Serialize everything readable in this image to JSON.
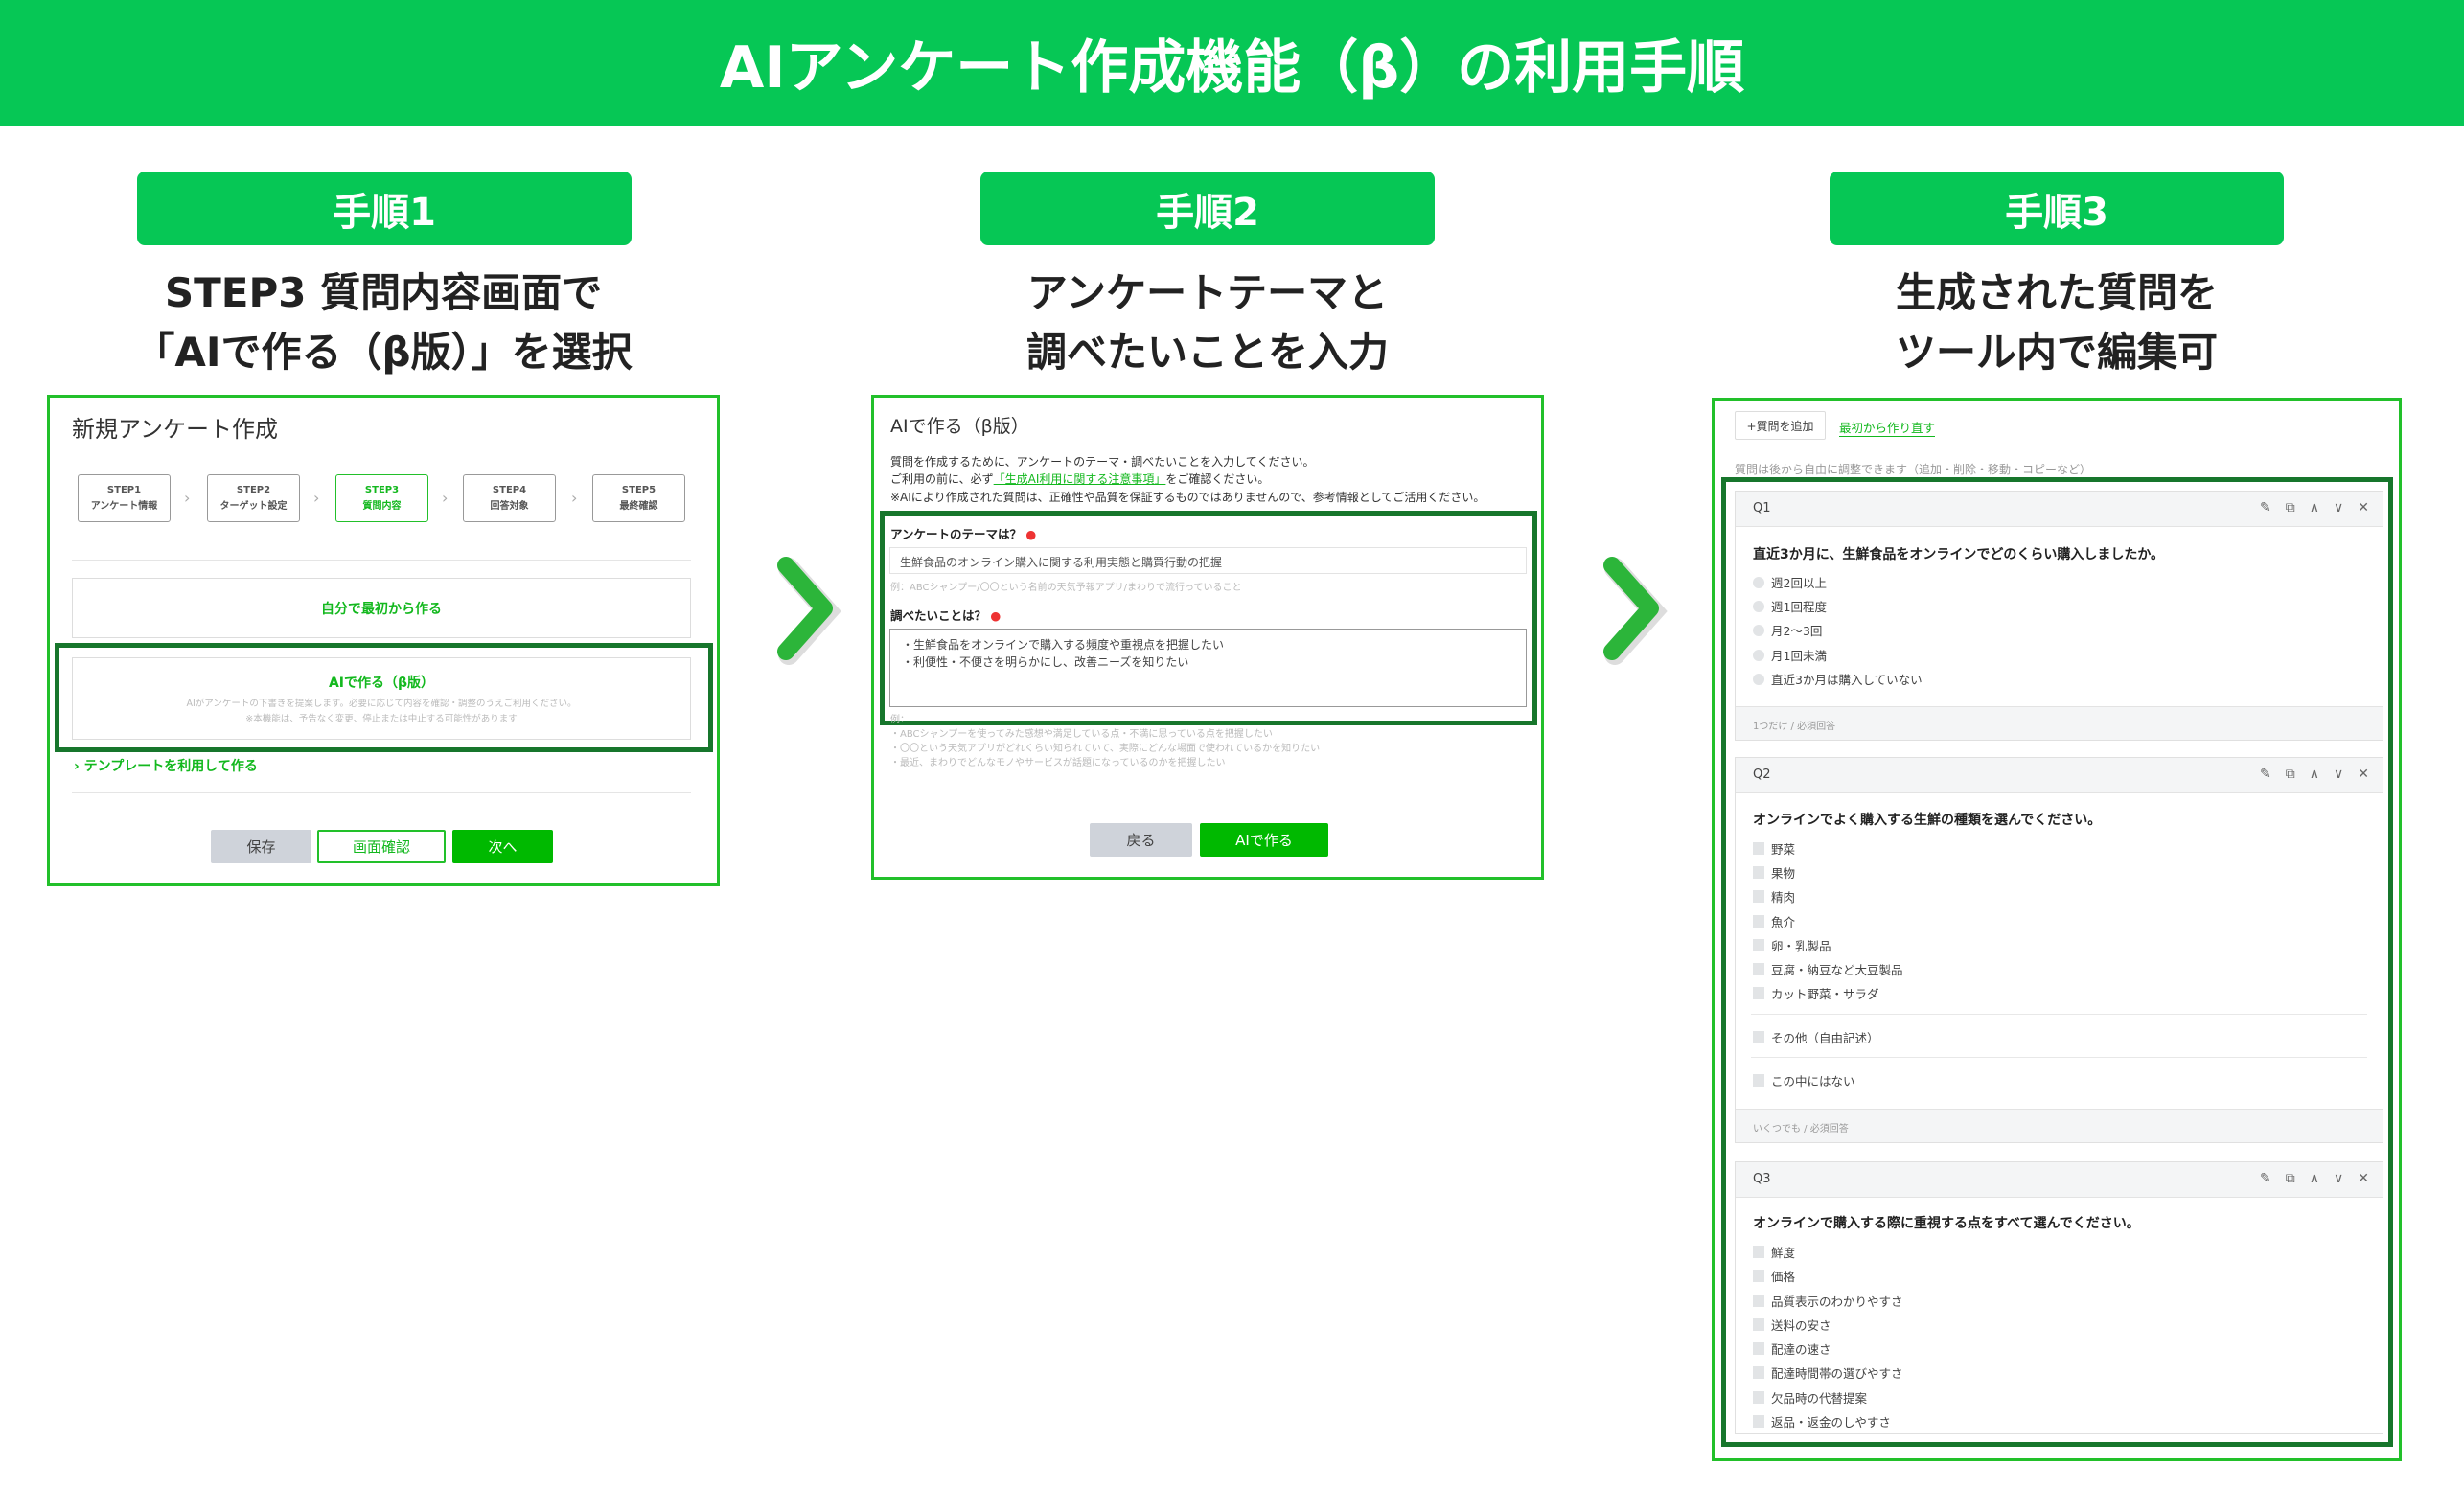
{
  "title": "AIアンケート作成機能（β）の利用手順",
  "colors": {
    "brand": "#06c755",
    "highlight": "#17762c",
    "button_green": "#00b900"
  },
  "steps": [
    {
      "badge": "手順1",
      "lines": [
        "STEP3 質問内容画面で",
        "「AIで作る（β版）」を選択"
      ]
    },
    {
      "badge": "手順2",
      "lines": [
        "アンケートテーマと",
        "調べたいことを入力"
      ]
    },
    {
      "badge": "手順3",
      "lines": [
        "生成された質問を",
        "ツール内で編集可"
      ]
    }
  ],
  "arrow_icon": "chevron-right-icon",
  "panel1": {
    "title": "新規アンケート作成",
    "stepper": [
      {
        "step": "STEP1",
        "label": "アンケート情報"
      },
      {
        "step": "STEP2",
        "label": "ターゲット設定"
      },
      {
        "step": "STEP3",
        "label": "質問内容"
      },
      {
        "step": "STEP4",
        "label": "回答対象"
      },
      {
        "step": "STEP5",
        "label": "最終確認"
      }
    ],
    "active_step": "STEP3",
    "option_scratch": "自分で最初から作る",
    "option_ai_title": "AIで作る（β版）",
    "option_ai_desc1": "AIがアンケートの下書きを提案します。必要に応じて内容を確認・調整のうえご利用ください。",
    "option_ai_desc2": "※本機能は、予告なく変更、停止または中止する可能性があります",
    "template_link": "テンプレートを利用して作る",
    "buttons": {
      "save": "保存",
      "preview": "画面確認",
      "next": "次へ"
    }
  },
  "panel2": {
    "title": "AIで作る（β版）",
    "desc1": "質問を作成するために、アンケートのテーマ・調べたいことを入力してください。",
    "desc2_pre": "ご利用の前に、必ず",
    "desc2_link": "「生成AI利用に関する注意事項」",
    "desc2_post": "をご確認ください。",
    "desc3": "※AIにより作成された質問は、正確性や品質を保証するものではありませんので、参考情報としてご活用ください。",
    "theme_label": "アンケートのテーマは？",
    "theme_value": "生鮮食品のオンライン購入に関する利用実態と購買行動の把握",
    "theme_hint": "例：ABCシャンプー/〇〇という名前の天気予報アプリ/まわりで流行っていること",
    "research_label": "調べたいことは？",
    "research_value": "・生鮮食品をオンラインで購入する頻度や重視点を把握したい\n・利便性・不便さを明らかにし、改善ニーズを知りたい",
    "research_hint_title": "例：",
    "research_hints": [
      "・ABCシャンプーを使ってみた感想や満足している点・不満に思っている点を把握したい",
      "・〇〇という天気アプリがどれくらい知られていて、実際にどんな場面で使われているかを知りたい",
      "・最近、まわりでどんなモノやサービスが話題になっているのかを把握したい"
    ],
    "buttons": {
      "back": "戻る",
      "generate": "AIで作る"
    }
  },
  "panel3": {
    "add_button": "+質問を追加",
    "restart_link": "最初から作り直す",
    "note": "質問は後から自由に調整できます（追加・削除・移動・コピーなど）",
    "questions": [
      {
        "id": "Q1",
        "type": "radio",
        "text": "直近3か月に、生鮮食品をオンラインでどのくらい購入しましたか。",
        "options": [
          "週2回以上",
          "週1回程度",
          "月2〜3回",
          "月1回未満",
          "直近3か月は購入していない"
        ],
        "extra_options": [],
        "footer": "1つだけ / 必須回答"
      },
      {
        "id": "Q2",
        "type": "checkbox",
        "text": "オンラインでよく購入する生鮮の種類を選んでください。",
        "options": [
          "野菜",
          "果物",
          "精肉",
          "魚介",
          "卵・乳製品",
          "豆腐・納豆など大豆製品",
          "カット野菜・サラダ"
        ],
        "extra_options": [
          "その他（自由記述）",
          "この中にはない"
        ],
        "footer": "いくつでも / 必須回答"
      },
      {
        "id": "Q3",
        "type": "checkbox",
        "text": "オンラインで購入する際に重視する点をすべて選んでください。",
        "options": [
          "鮮度",
          "価格",
          "品質表示のわかりやすさ",
          "送料の安さ",
          "配達の速さ",
          "配達時間帯の選びやすさ",
          "欠品時の代替提案",
          "返品・返金のしやすさ"
        ],
        "extra_options": [],
        "footer": ""
      }
    ],
    "card_icons": [
      "edit-icon",
      "copy-icon",
      "chevron-up-icon",
      "chevron-down-icon",
      "close-icon"
    ]
  }
}
